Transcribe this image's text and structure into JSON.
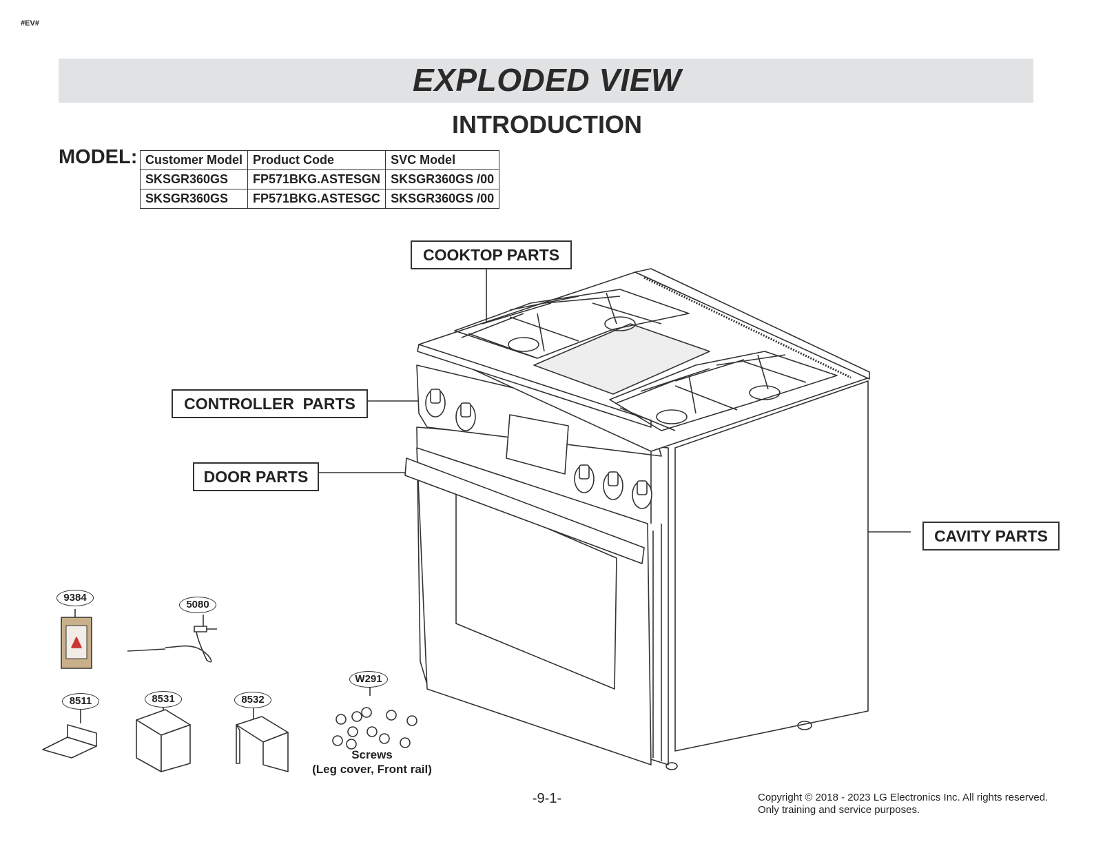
{
  "header": {
    "tag": "#EV#",
    "title": "EXPLODED VIEW",
    "subtitle": "INTRODUCTION"
  },
  "model": {
    "label": "MODEL:",
    "columns": [
      "Customer Model",
      "Product Code",
      "SVC Model"
    ],
    "rows": [
      [
        "SKSGR360GS",
        "FP571BKG.ASTESGN",
        "SKSGR360GS  /00"
      ],
      [
        "SKSGR360GS",
        "FP571BKG.ASTESGC",
        "SKSGR360GS  /00"
      ]
    ]
  },
  "callouts": {
    "cooktop": "COOKTOP PARTS",
    "controller": "CONTROLLER  PARTS",
    "door": "DOOR PARTS",
    "cavity": "CAVITY PARTS"
  },
  "accessories": {
    "labels": [
      "9384",
      "5080",
      "8511",
      "8531",
      "8532",
      "W291"
    ],
    "screws_caption": [
      "Screws",
      "(Leg cover, Front rail)"
    ]
  },
  "footer": {
    "page": "-9-1-",
    "copyright": [
      "Copyright © 2018 - 2023 LG Electronics Inc. All rights reserved.",
      "Only training and service purposes."
    ]
  }
}
